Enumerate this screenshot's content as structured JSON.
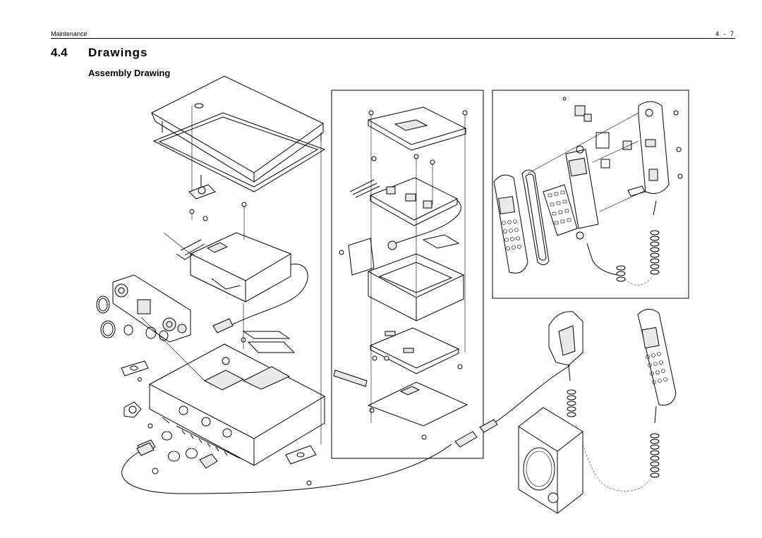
{
  "header": {
    "section_name": "Maintenance",
    "page_number": "4 - 7"
  },
  "heading": {
    "number": "4.4",
    "title": "Drawings"
  },
  "subheading": "Assembly Drawing"
}
